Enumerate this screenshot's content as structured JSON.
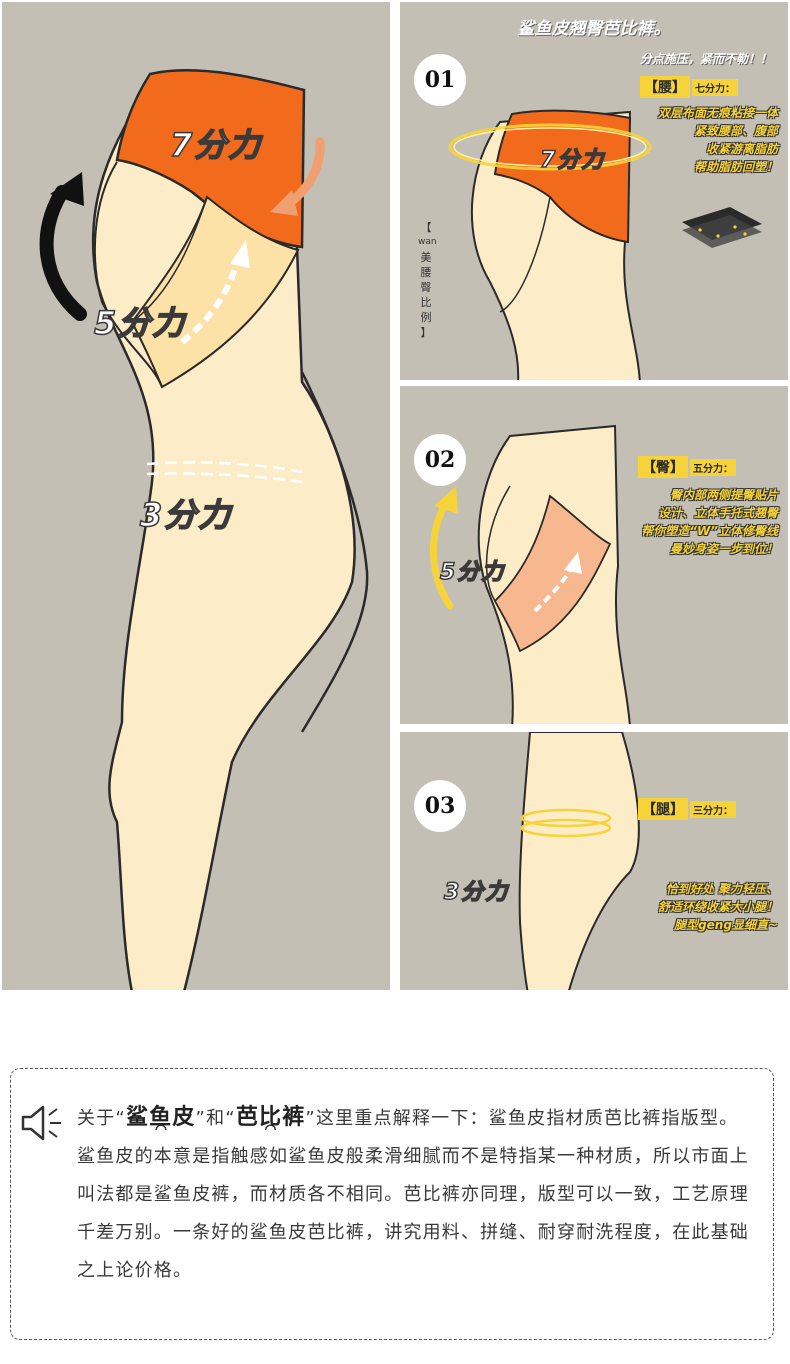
{
  "main": {
    "force_top": "7分力",
    "force_mid": "5分力",
    "force_low": "3分力"
  },
  "panel1": {
    "badge": "01",
    "title": "鲨鱼皮翘臀芭比裤。",
    "subtitle": "分点施压，紧而不勒！！",
    "tag_part": "【腰】",
    "tag_force": "七分力：",
    "desc": [
      "双层布面无痕粘接一体",
      "紧致腰部、腹部",
      "收紧游离脂肪",
      "帮助脂肪回塑！"
    ],
    "force": "7分力",
    "vertical": [
      "【",
      "wan",
      "美",
      "腰",
      "臀",
      "比",
      "例",
      "】"
    ]
  },
  "panel2": {
    "badge": "02",
    "tag_part": "【臀】",
    "tag_force": "五分力：",
    "desc": [
      "臀内部两侧提臀贴片",
      "设计、立体手托式翘臀",
      "帮你塑造“W”立体修臀线",
      "曼妙身姿一步到位！"
    ],
    "force": "5分力"
  },
  "panel3": {
    "badge": "03",
    "tag_part": "【腿】",
    "tag_force": "三分力：",
    "desc": [
      "恰到好处 聚力轻压、",
      "舒适环绕收紧大小腿！",
      "腿型geng显细直~"
    ],
    "force": "3分力"
  },
  "note": {
    "p1": "关于“",
    "k1": "鲨鱼皮",
    "p2": "”和“",
    "k2": "芭比裤",
    "p3": "”这里重点解释一下：鲨鱼皮指材质芭比裤指版型。鲨鱼皮的本意是指触感如鲨鱼皮般柔滑细腻而不是特指某一种材质，所以市面上叫法都是鲨鱼皮裤，而材质各不相同。芭比裤亦同理，版型可以一致，工艺原理千差万别。一条好的鲨鱼皮芭比裤，讲究用料、拼缝、耐穿耐洗程度，在此基础之上论价格。"
  },
  "colors": {
    "panel_bg": "#c4bfb4",
    "skin": "#fdecc8",
    "orange": "#f26a1b",
    "peach": "#f7b88f",
    "yellow": "#f7d33a"
  }
}
